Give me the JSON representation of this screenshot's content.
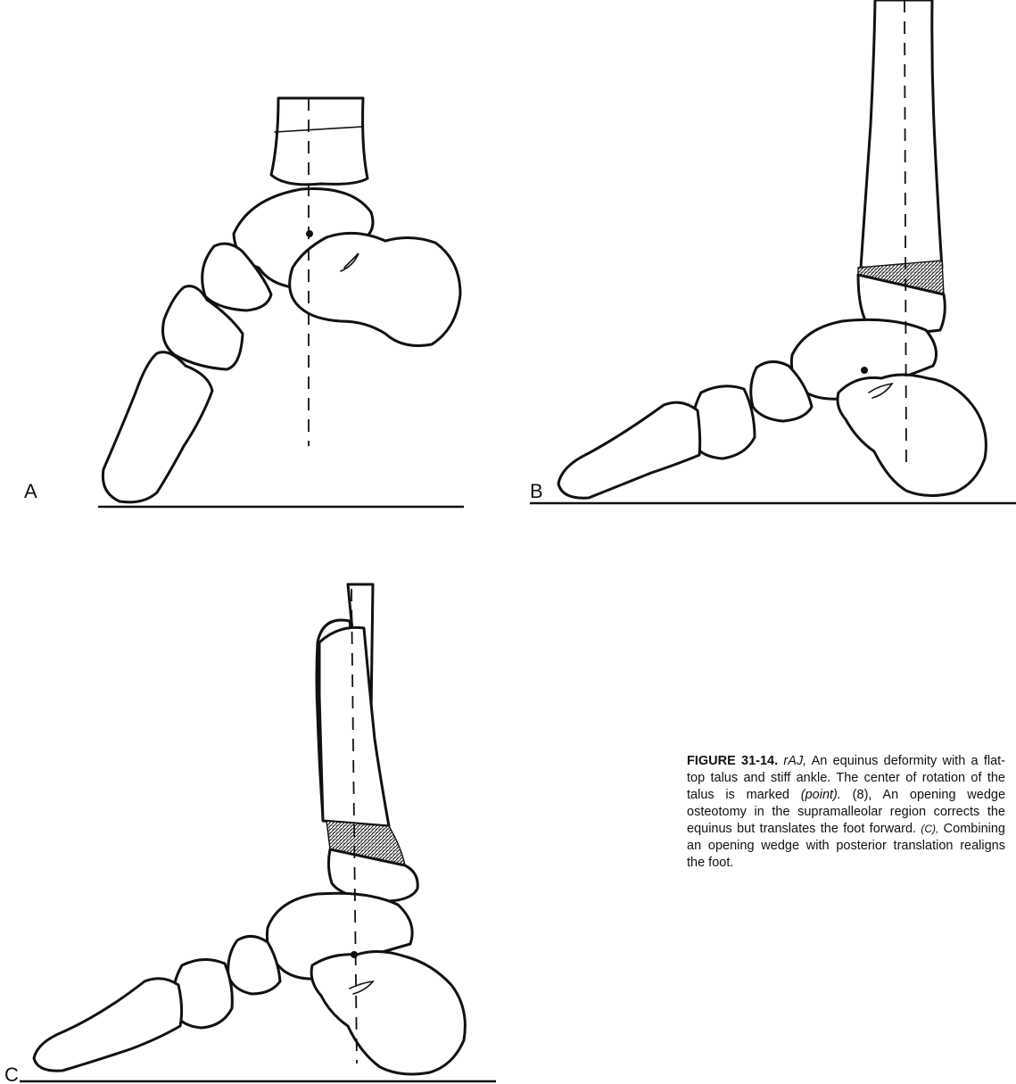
{
  "panels": [
    {
      "label": "A"
    },
    {
      "label": "B"
    },
    {
      "label": "C"
    }
  ],
  "caption": {
    "figure_number": "FIGURE 31-14.",
    "part_a_ref": "rAJ,",
    "part_a_text": " An equinus deformity with a flat-top talus and stiff ankle. The center of rotation of the talus is marked ",
    "point_term": "(point).",
    "part_b_ref": " (8),",
    "part_b_text": " An opening wedge osteotomy in the supramalleolar region corrects the equinus but translates the foot forward. ",
    "part_c_ref": "(C),",
    "part_c_text": " Combining an opening wedge with posterior translation realigns the foot."
  }
}
